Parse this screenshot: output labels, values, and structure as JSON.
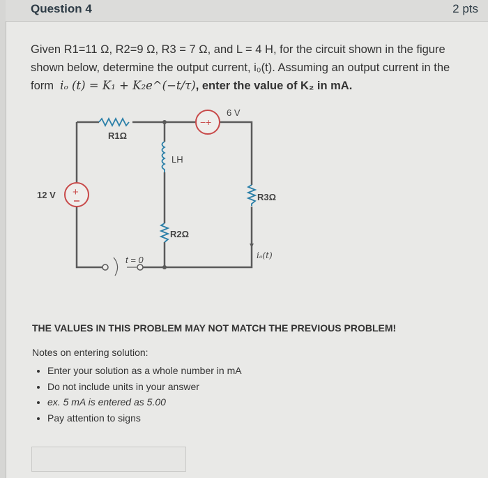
{
  "header": {
    "title": "Question 4",
    "points": "2 pts"
  },
  "prompt": {
    "line1": "Given R1=11 Ω, R2=9 Ω, R3 = 7 Ω, and L = 4 H, for the circuit shown in the figure",
    "line2": "shown below, determine the output current, i₀(t). Assuming an output current in the",
    "form_prefix": "form",
    "formula": "iₒ (t) = K₁ + K₂e^(−t/τ)",
    "form_suffix": ", enter the value of K₂ in mA."
  },
  "circuit": {
    "r1": "R1Ω",
    "r2": "R2Ω",
    "r3": "R3Ω",
    "inductor": "LH",
    "source_left": "12 V",
    "source_top": "6 V",
    "switch": "t = 0",
    "current": "iₒ(t)",
    "wire_color": "#5a5a5a",
    "source_color": "#c84a4a",
    "resistor_color": "#2a7fa8"
  },
  "warning": "THE VALUES IN THIS PROBLEM MAY NOT MATCH THE PREVIOUS PROBLEM!",
  "notes_title": "Notes on entering solution:",
  "notes": [
    "Enter your solution as a whole number in mA",
    "Do not include units in your answer",
    "ex. 5 mA is entered as 5.00",
    "Pay attention to signs"
  ],
  "answer": {
    "value": ""
  }
}
